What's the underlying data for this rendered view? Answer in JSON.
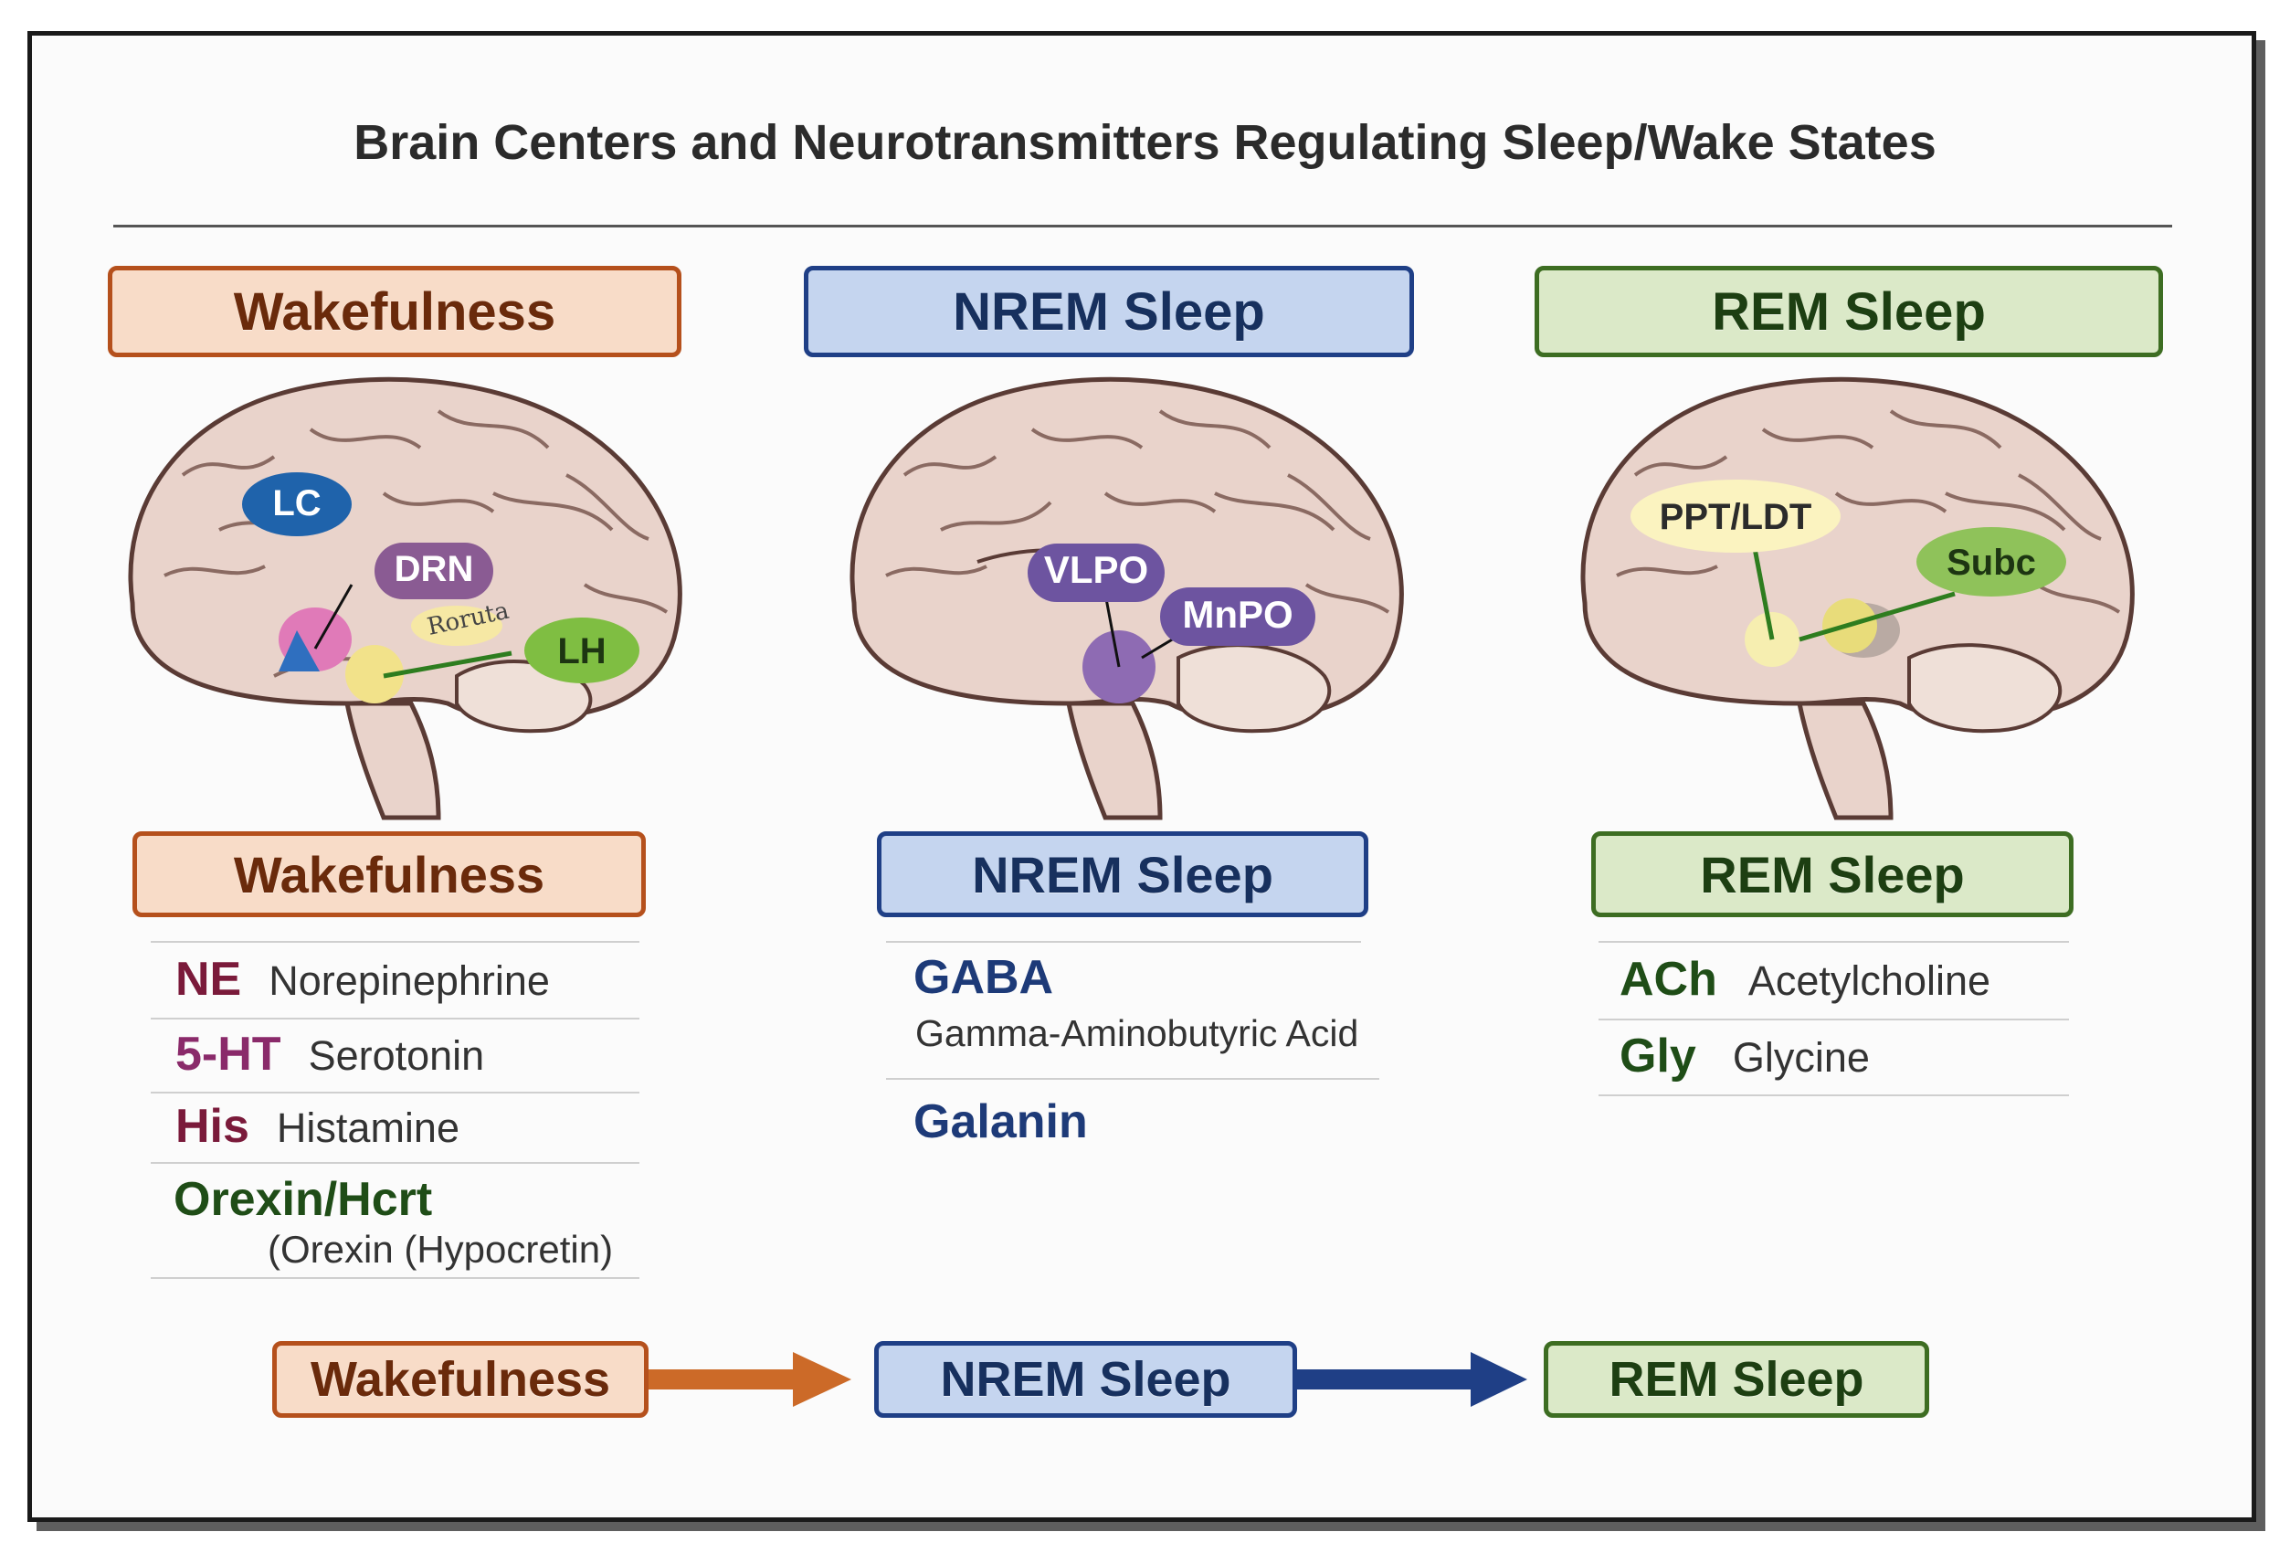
{
  "title": "Brain Centers and Neurotransmitters Regulating Sleep/Wake States",
  "colors": {
    "wake_fill": "#f8dcc8",
    "wake_border": "#b5501c",
    "nrem_fill": "#c5d5ef",
    "nrem_border": "#1f3f86",
    "rem_fill": "#dbe9c8",
    "rem_border": "#3d6d22",
    "brain_fill": "#e9d3cb"
  },
  "headers": {
    "wake": "Wakefulness",
    "nrem": "NREM Sleep",
    "rem": "REM Sleep"
  },
  "brain_labels": {
    "wake": {
      "lc": "LC",
      "drn": "DRN",
      "lh": "LH",
      "raphe_script": "Roruta"
    },
    "nrem": {
      "vlpo": "VLPO",
      "mnpo": "MnPO"
    },
    "rem": {
      "pptldt": "PPT/LDT",
      "subc": "Subc"
    }
  },
  "flow_mid": {
    "wake": "Wakefulness",
    "nrem": "NREM Sleep",
    "rem": "REM Sleep"
  },
  "wake_list": [
    {
      "abbr": "NE",
      "name": "Norepinephrine"
    },
    {
      "abbr": "5-HT",
      "name": "Serotonin"
    },
    {
      "abbr": "His",
      "name": "Histamine"
    },
    {
      "abbr": "Orexin/Hcrt",
      "name": "(Orexin (Hypocretin)"
    }
  ],
  "nrem_list": [
    {
      "abbr": "GABA",
      "name": "Gamma-Aminobutyric Acid"
    },
    {
      "abbr": "Galanin"
    }
  ],
  "rem_list": [
    {
      "abbr": "ACh",
      "name": "Acetylcholine"
    },
    {
      "abbr": "Gly",
      "name": "Glycine"
    }
  ],
  "flow_bottom": {
    "wake": "Wakefulness",
    "nrem": "NREM Sleep",
    "rem": "REM Sleep"
  }
}
